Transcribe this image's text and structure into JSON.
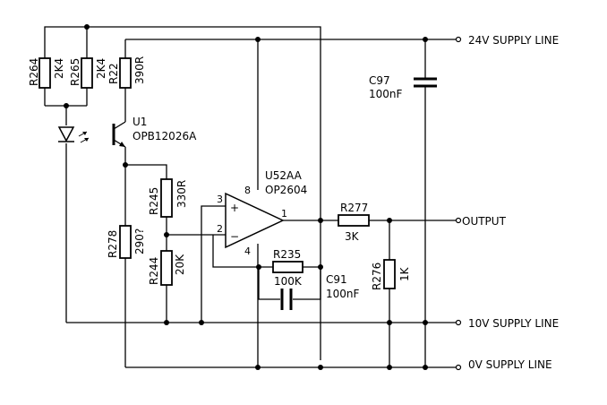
{
  "supply_lines": {
    "v24": "24V SUPPLY LINE",
    "v10": "10V SUPPLY LINE",
    "v0": "0V SUPPLY LINE",
    "output": "OUTPUT"
  },
  "components": {
    "r264": {
      "ref": "R264",
      "value": "2K4"
    },
    "r265": {
      "ref": "R265",
      "value": "2K4"
    },
    "r22": {
      "ref": "R22",
      "value": "390R"
    },
    "u1": {
      "ref": "U1",
      "value": "OPB12026A"
    },
    "r245": {
      "ref": "R245",
      "value": "330R"
    },
    "r278": {
      "ref": "R278",
      "value": "290?"
    },
    "r244": {
      "ref": "R244",
      "value": "20K"
    },
    "u52": {
      "ref": "U52AA",
      "value": "OP2604"
    },
    "r235": {
      "ref": "R235",
      "value": "100K"
    },
    "c91": {
      "ref": "C91",
      "value": "100nF"
    },
    "r277": {
      "ref": "R277",
      "value": "3K"
    },
    "r276": {
      "ref": "R276",
      "value": "1K"
    },
    "c97": {
      "ref": "C97",
      "value": "100nF"
    }
  },
  "pins": {
    "p3": "3",
    "p2": "2",
    "p1": "1",
    "p8": "8",
    "p4": "4",
    "plus": "+",
    "minus": "−"
  }
}
